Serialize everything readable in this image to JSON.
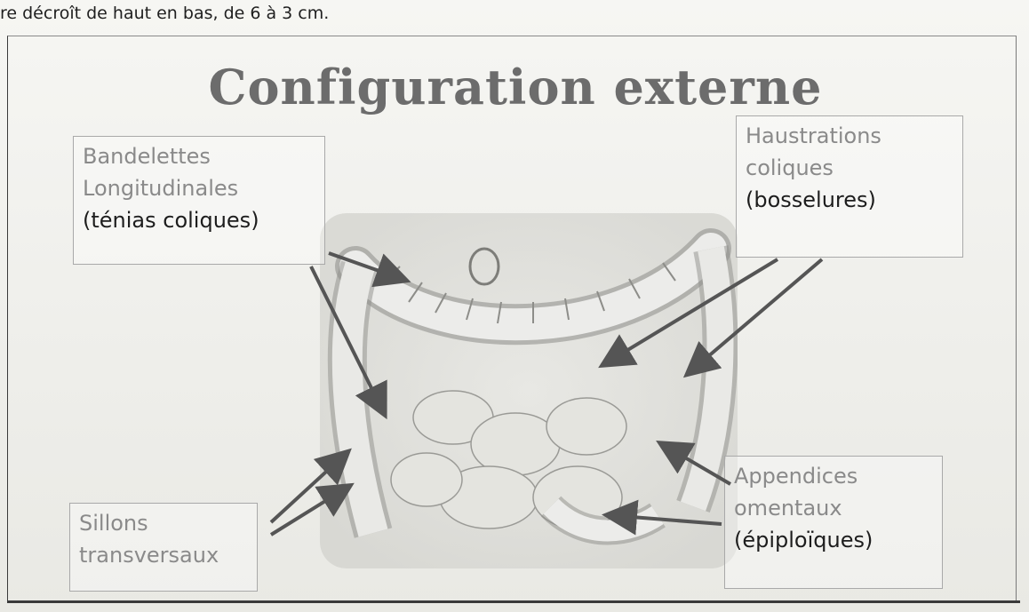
{
  "header_text": "re décroît de haut en bas, de 6 à 3 cm.",
  "slide": {
    "title": "Configuration externe"
  },
  "labels": {
    "bandelettes": {
      "line1": "Bandelettes",
      "line2": "Longitudinales",
      "line3": "(ténias coliques)"
    },
    "haustrations": {
      "line1": "Haustrations",
      "line2": "coliques",
      "line3": "(bosselures)"
    },
    "appendices": {
      "line1": "Appendices",
      "line2": "omentaux",
      "line3": "(épiploïques)"
    },
    "sillons": {
      "line1": "Sillons",
      "line2": "transversaux"
    }
  },
  "colors": {
    "title": "#6c6c6c",
    "label_light": "#8a8a8a",
    "label_dark": "#1d1d1d",
    "arrow": "#555555"
  }
}
